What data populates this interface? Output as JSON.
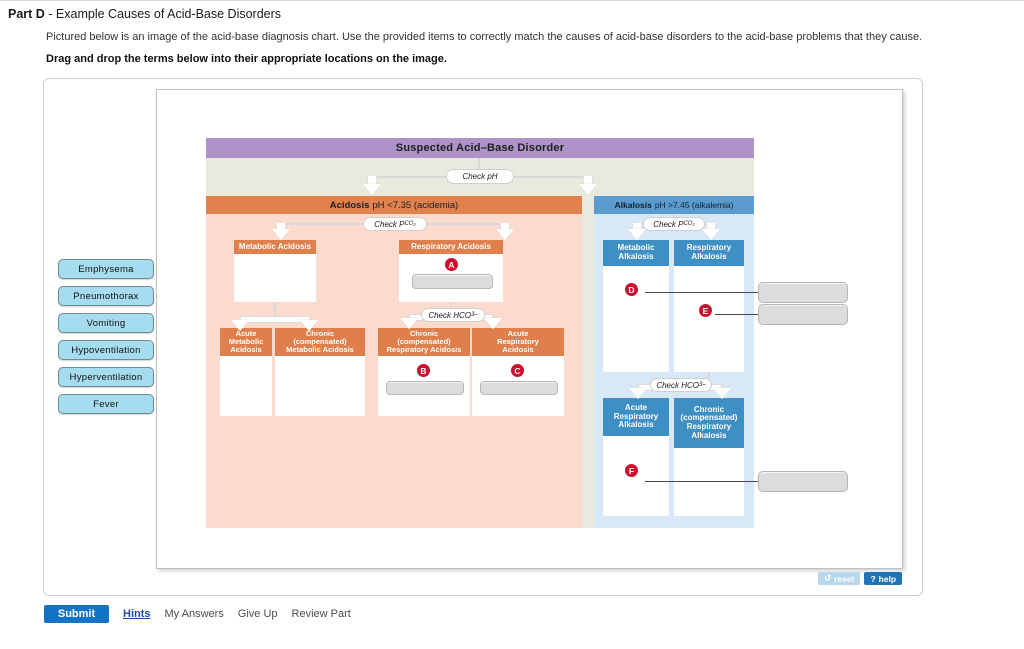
{
  "header": {
    "part_label": "Part D",
    "part_title": " - Example Causes of Acid-Base Disorders",
    "prompt": "Pictured below is an image of the acid-base diagnosis chart. Use the provided items to correctly match the causes of acid-base disorders to the acid-base problems that they cause.",
    "instruction": "Drag and drop the terms below into their appropriate locations on the image."
  },
  "diagram": {
    "title": "Suspected Acid–Base Disorder",
    "check_ph": "Check pH",
    "acidosis": {
      "label": "Acidosis",
      "detail": "pH <7.35 (acidemia)",
      "check_pco2": "Check P",
      "check_pco2_sub": "CO₂",
      "check_hco3": "Check HCO",
      "check_hco3_sub": "3",
      "check_hco3_sup": "–",
      "metabolic": "Metabolic Acidosis",
      "respiratory": "Respiratory Acidosis",
      "acute_metabolic": "Acute\nMetabolic\nAcidosis",
      "chronic_metabolic": "Chronic\n(compensated)\nMetabolic Acidosis",
      "chronic_respiratory": "Chronic\n(compensated)\nRespiratory Acidosis",
      "acute_respiratory": "Acute\nRespiratory\nAcidosis"
    },
    "alkalosis": {
      "label": "Alkalosis",
      "detail": "pH >7.45 (alkalemia)",
      "check_pco2": "Check P",
      "check_pco2_sub": "CO₂",
      "check_hco3": "Check HCO",
      "check_hco3_sub": "3",
      "check_hco3_sup": "–",
      "metabolic": "Metabolic\nAlkalosis",
      "respiratory": "Respiratory\nAlkalosis",
      "acute_respiratory": "Acute\nRespiratory\nAlkalosis",
      "chronic_respiratory": "Chronic\n(compensated)\nRespiratory\nAlkalosis"
    },
    "markers": [
      "A",
      "B",
      "C",
      "D",
      "E",
      "F"
    ],
    "colors": {
      "title_bar": "#ae93c8",
      "acidosis_header": "#e0814e",
      "acidosis_panel": "#fadbcd",
      "alkalosis_header": "#5b9bd0",
      "alkalosis_panel": "#d9e8f6",
      "node_orange": "#de7f4c",
      "node_blue": "#3e8fc4",
      "marker_red": "#ce0e2d",
      "slot_gray": "#dcdcdc",
      "background_band": "#e9eadd"
    }
  },
  "terms": [
    {
      "label": "Emphysema"
    },
    {
      "label": "Pneumothorax"
    },
    {
      "label": "Vomiting"
    },
    {
      "label": "Hypoventilation"
    },
    {
      "label": "Hyperventilation"
    },
    {
      "label": "Fever"
    }
  ],
  "tools": {
    "reset_label": "reset",
    "reset_icon": "↺",
    "help_label": "help",
    "help_icon": "?"
  },
  "footer": {
    "submit": "Submit",
    "hints": "Hints",
    "my_answers": "My Answers",
    "give_up": "Give Up",
    "review_part": "Review Part"
  }
}
